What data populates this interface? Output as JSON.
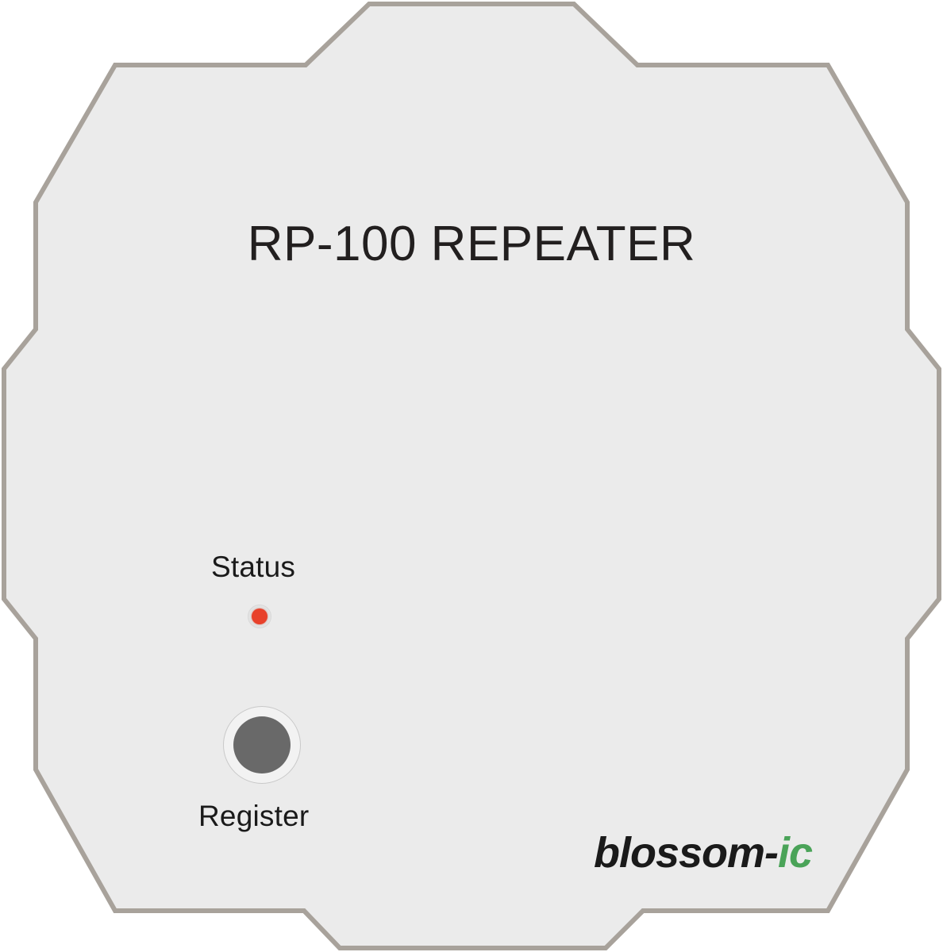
{
  "device": {
    "name": "RP-100 REPEATER",
    "body_fill": "#ebebeb",
    "body_stroke": "#a8a29b",
    "background": "#ffffff"
  },
  "title": {
    "text": "RP-100 REPEATER"
  },
  "status": {
    "label": "Status",
    "led": {
      "name": "status-led",
      "state": "on",
      "color": "#e8412b",
      "ring_color": "#e3e3e3"
    }
  },
  "register": {
    "label": "Register",
    "button": {
      "name": "register-button",
      "face_color": "#696969",
      "ring_color": "#f2f2f2",
      "outline_color": "#c9c9c9"
    }
  },
  "brand": {
    "primary_text": "blossom-",
    "accent_text": "ic",
    "primary_color": "#1a1a1a",
    "accent_color": "#4aa358"
  }
}
